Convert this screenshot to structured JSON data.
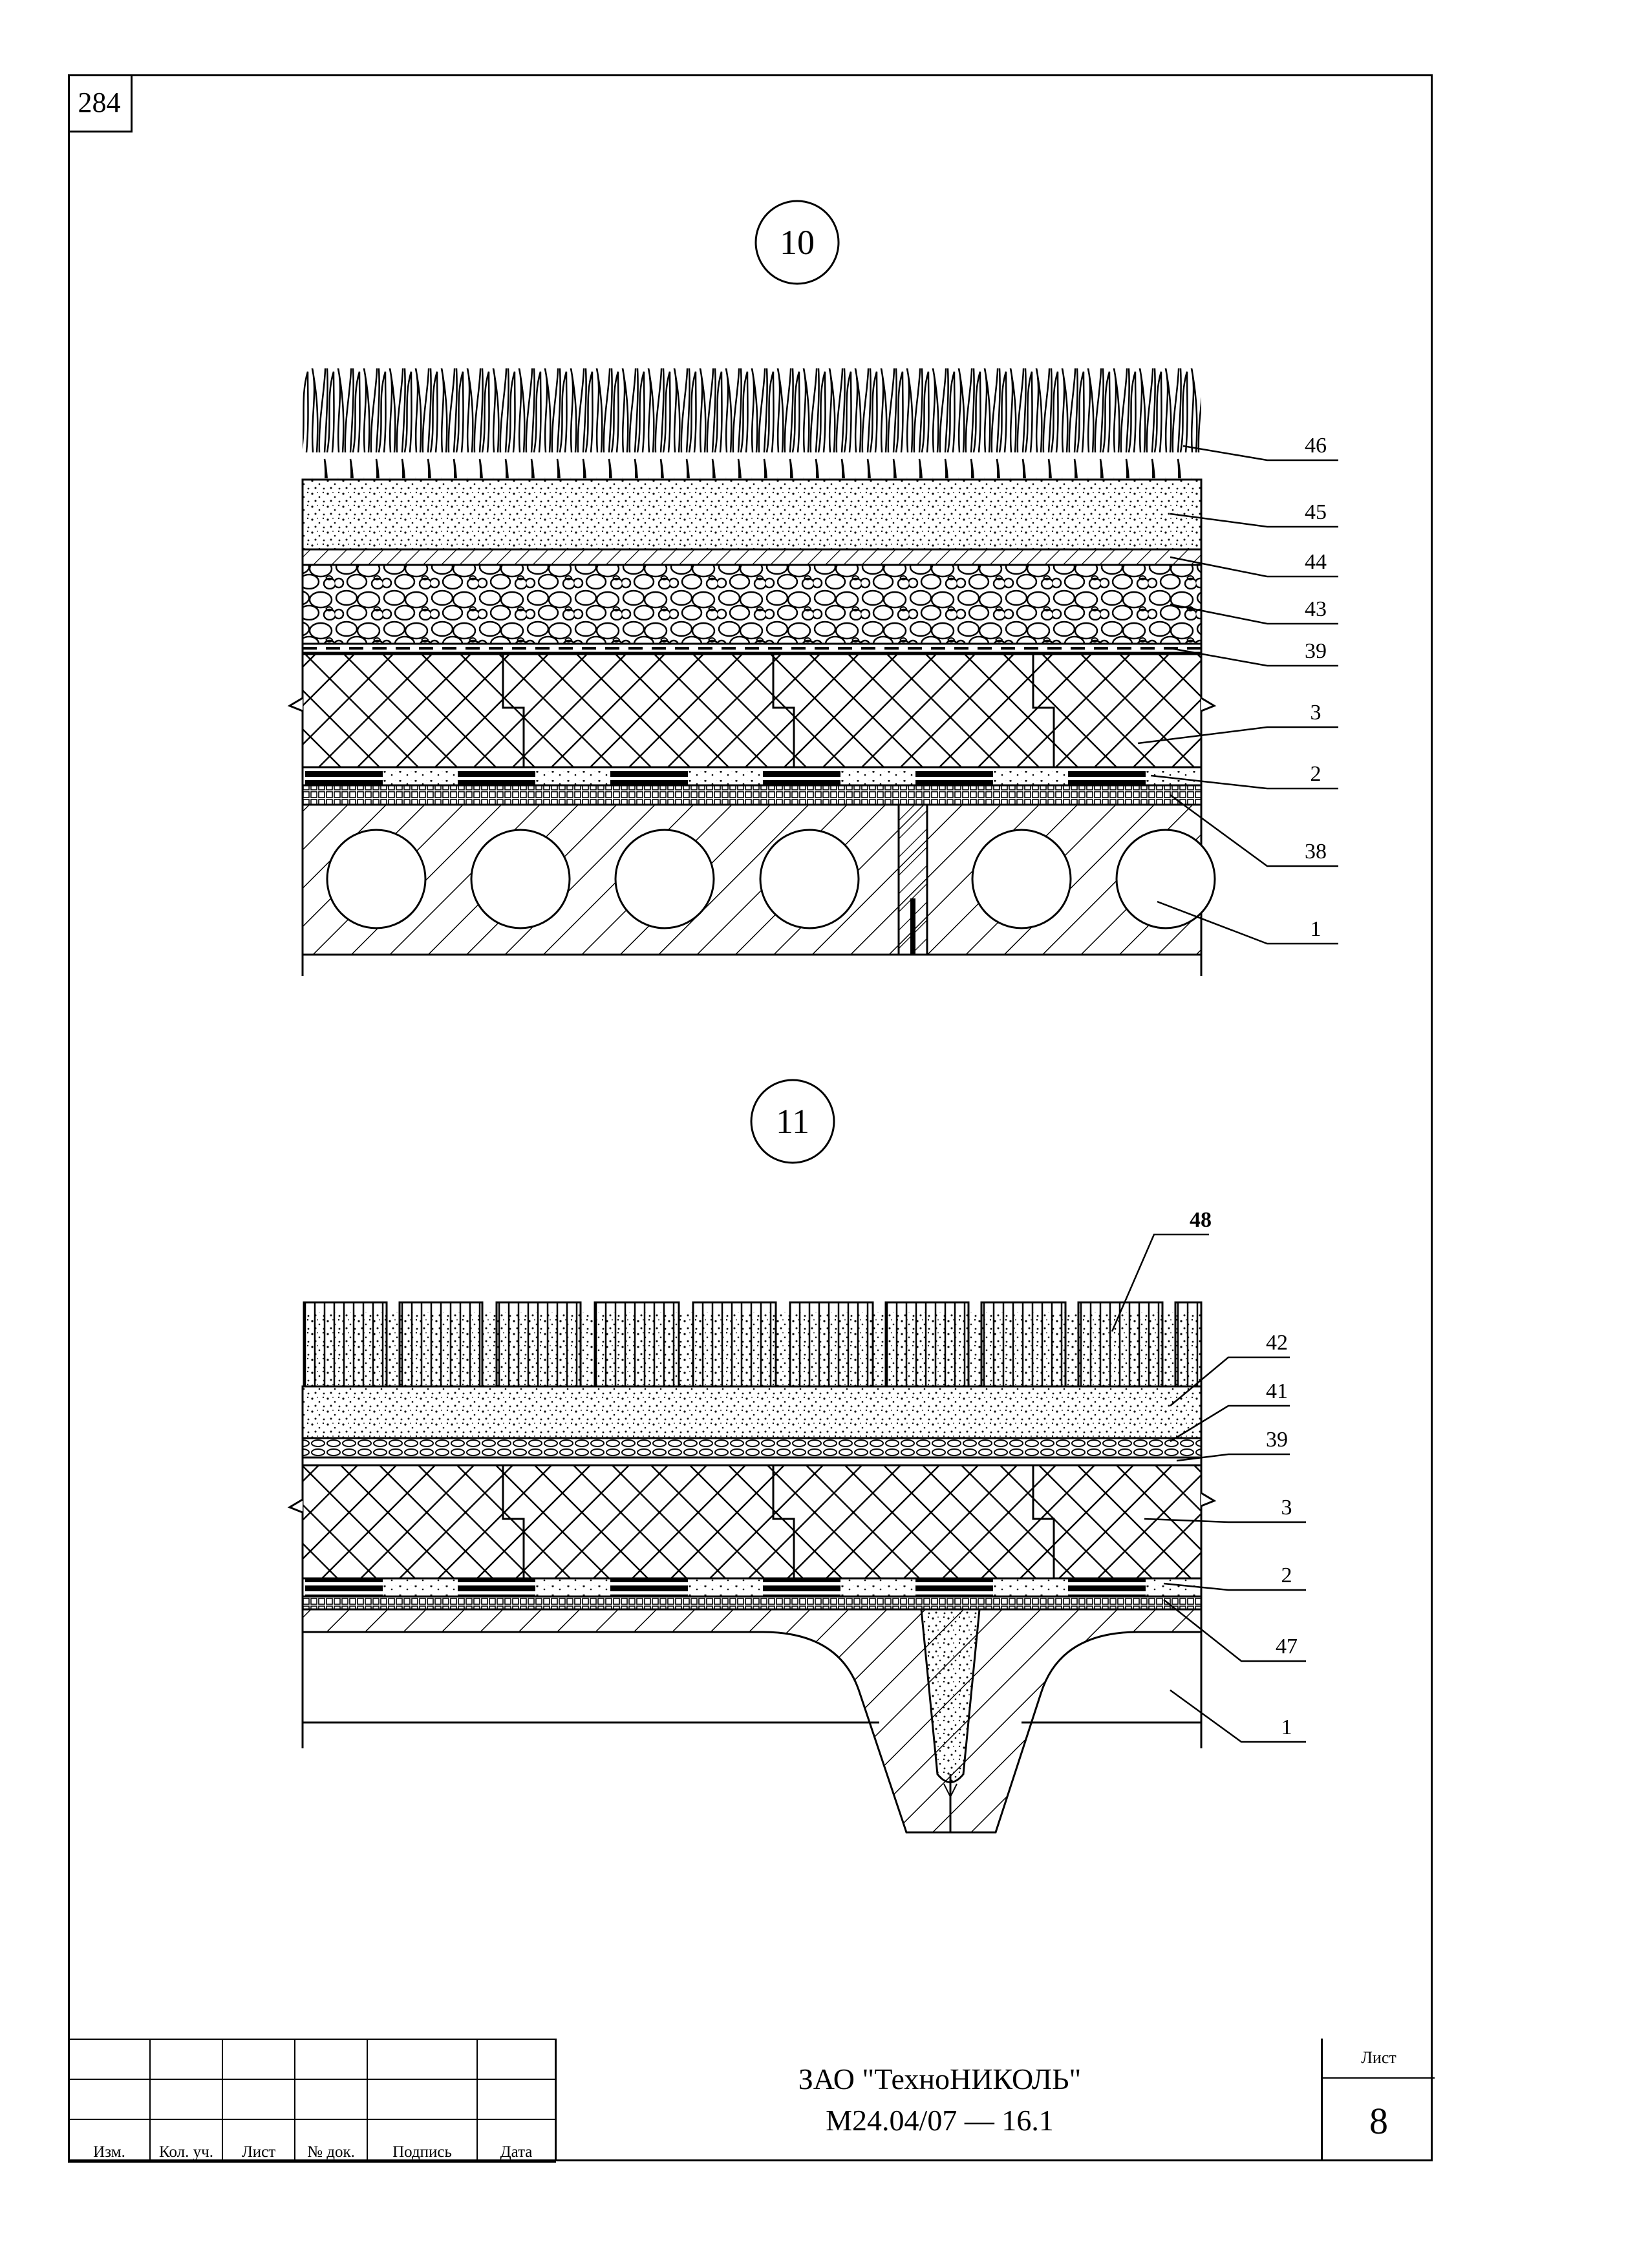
{
  "page_number": "284",
  "details": [
    {
      "id": "10",
      "callouts": [
        "46",
        "45",
        "44",
        "43",
        "39",
        "3",
        "2",
        "38",
        "1"
      ]
    },
    {
      "id": "11",
      "callouts": [
        "48",
        "42",
        "41",
        "39",
        "3",
        "2",
        "47",
        "1"
      ]
    }
  ],
  "title_block": {
    "headers": [
      "Изм.",
      "Кол. уч.",
      "Лист",
      "№ док.",
      "Подпись",
      "Дата"
    ],
    "organization": "ЗАО \"ТехноНИКОЛЬ\"",
    "document_code": "М24.04/07 — 16.1",
    "sheet_label": "Лист",
    "sheet_number": "8"
  }
}
